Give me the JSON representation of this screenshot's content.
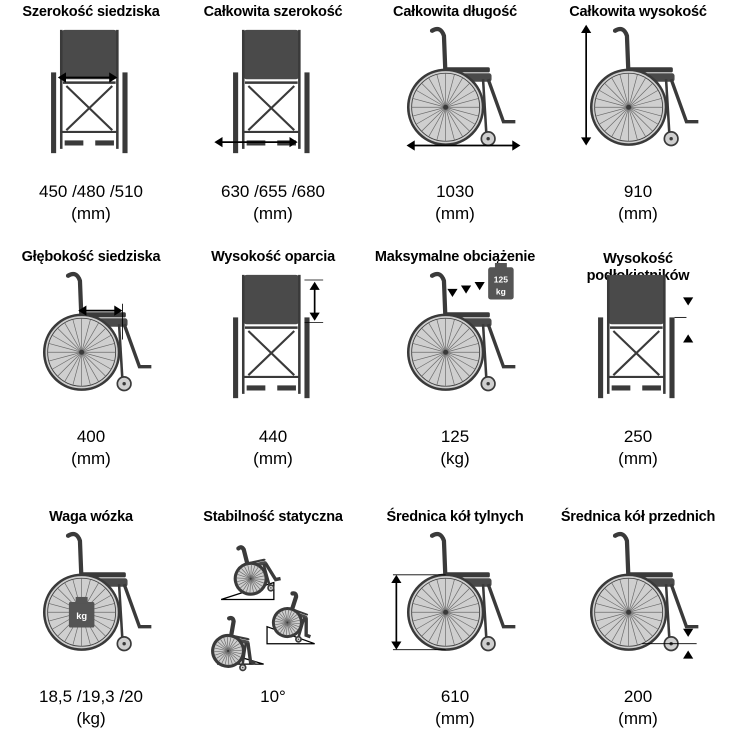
{
  "cells": [
    {
      "title": "Szerokość siedziska",
      "value": "450 /480 /510",
      "unit": "(mm)",
      "view": "front",
      "marker": "horiz-seat",
      "icon": "wheelchair-front-icon"
    },
    {
      "title": "Całkowita szerokość",
      "value": "630 /655 /680",
      "unit": "(mm)",
      "view": "front",
      "marker": "horiz-bottom",
      "icon": "wheelchair-front-icon"
    },
    {
      "title": "Całkowita długość",
      "value": "1030",
      "unit": "(mm)",
      "view": "side",
      "marker": "length",
      "icon": "wheelchair-side-icon"
    },
    {
      "title": "Całkowita wysokość",
      "value": "910",
      "unit": "(mm)",
      "view": "side",
      "marker": "height",
      "icon": "wheelchair-side-icon"
    },
    {
      "title": "Głębokość siedziska",
      "value": "400",
      "unit": "(mm)",
      "view": "side",
      "marker": "depth",
      "icon": "wheelchair-side-icon"
    },
    {
      "title": "Wysokość oparcia",
      "value": "440",
      "unit": "(mm)",
      "view": "front",
      "marker": "back-height",
      "icon": "wheelchair-front-icon"
    },
    {
      "title": "Maksymalne obciążenie",
      "value": "125",
      "unit": "(kg)",
      "view": "side",
      "marker": "load",
      "weight_label": "125",
      "weight_unit": "kg",
      "icon": "wheelchair-side-icon"
    },
    {
      "title": "Wysokość",
      "title2": "podłokietników",
      "value": "250",
      "unit": "(mm)",
      "view": "front",
      "marker": "armrest",
      "icon": "wheelchair-front-icon"
    },
    {
      "title": "Waga wózka",
      "value": "18,5 /19,3 /20",
      "unit": "(kg)",
      "view": "side",
      "marker": "weight",
      "weight_unit": "kg",
      "icon": "wheelchair-side-icon"
    },
    {
      "title": "Stabilność statyczna",
      "value": "10°",
      "unit": "",
      "view": "ramps",
      "marker": "none",
      "icon": "stability-ramps-icon"
    },
    {
      "title": "Średnica kół tylnych",
      "value": "610",
      "unit": "(mm)",
      "view": "side",
      "marker": "rear-wheel",
      "icon": "wheelchair-side-icon"
    },
    {
      "title": "Średnica kół przednich",
      "value": "200",
      "unit": "(mm)",
      "view": "side",
      "marker": "front-wheel",
      "icon": "wheelchair-side-icon"
    }
  ],
  "colors": {
    "frame": "#3a3a3a",
    "seat": "#4a4a4a",
    "wheel": "#cfcfcf",
    "line": "#000000"
  }
}
